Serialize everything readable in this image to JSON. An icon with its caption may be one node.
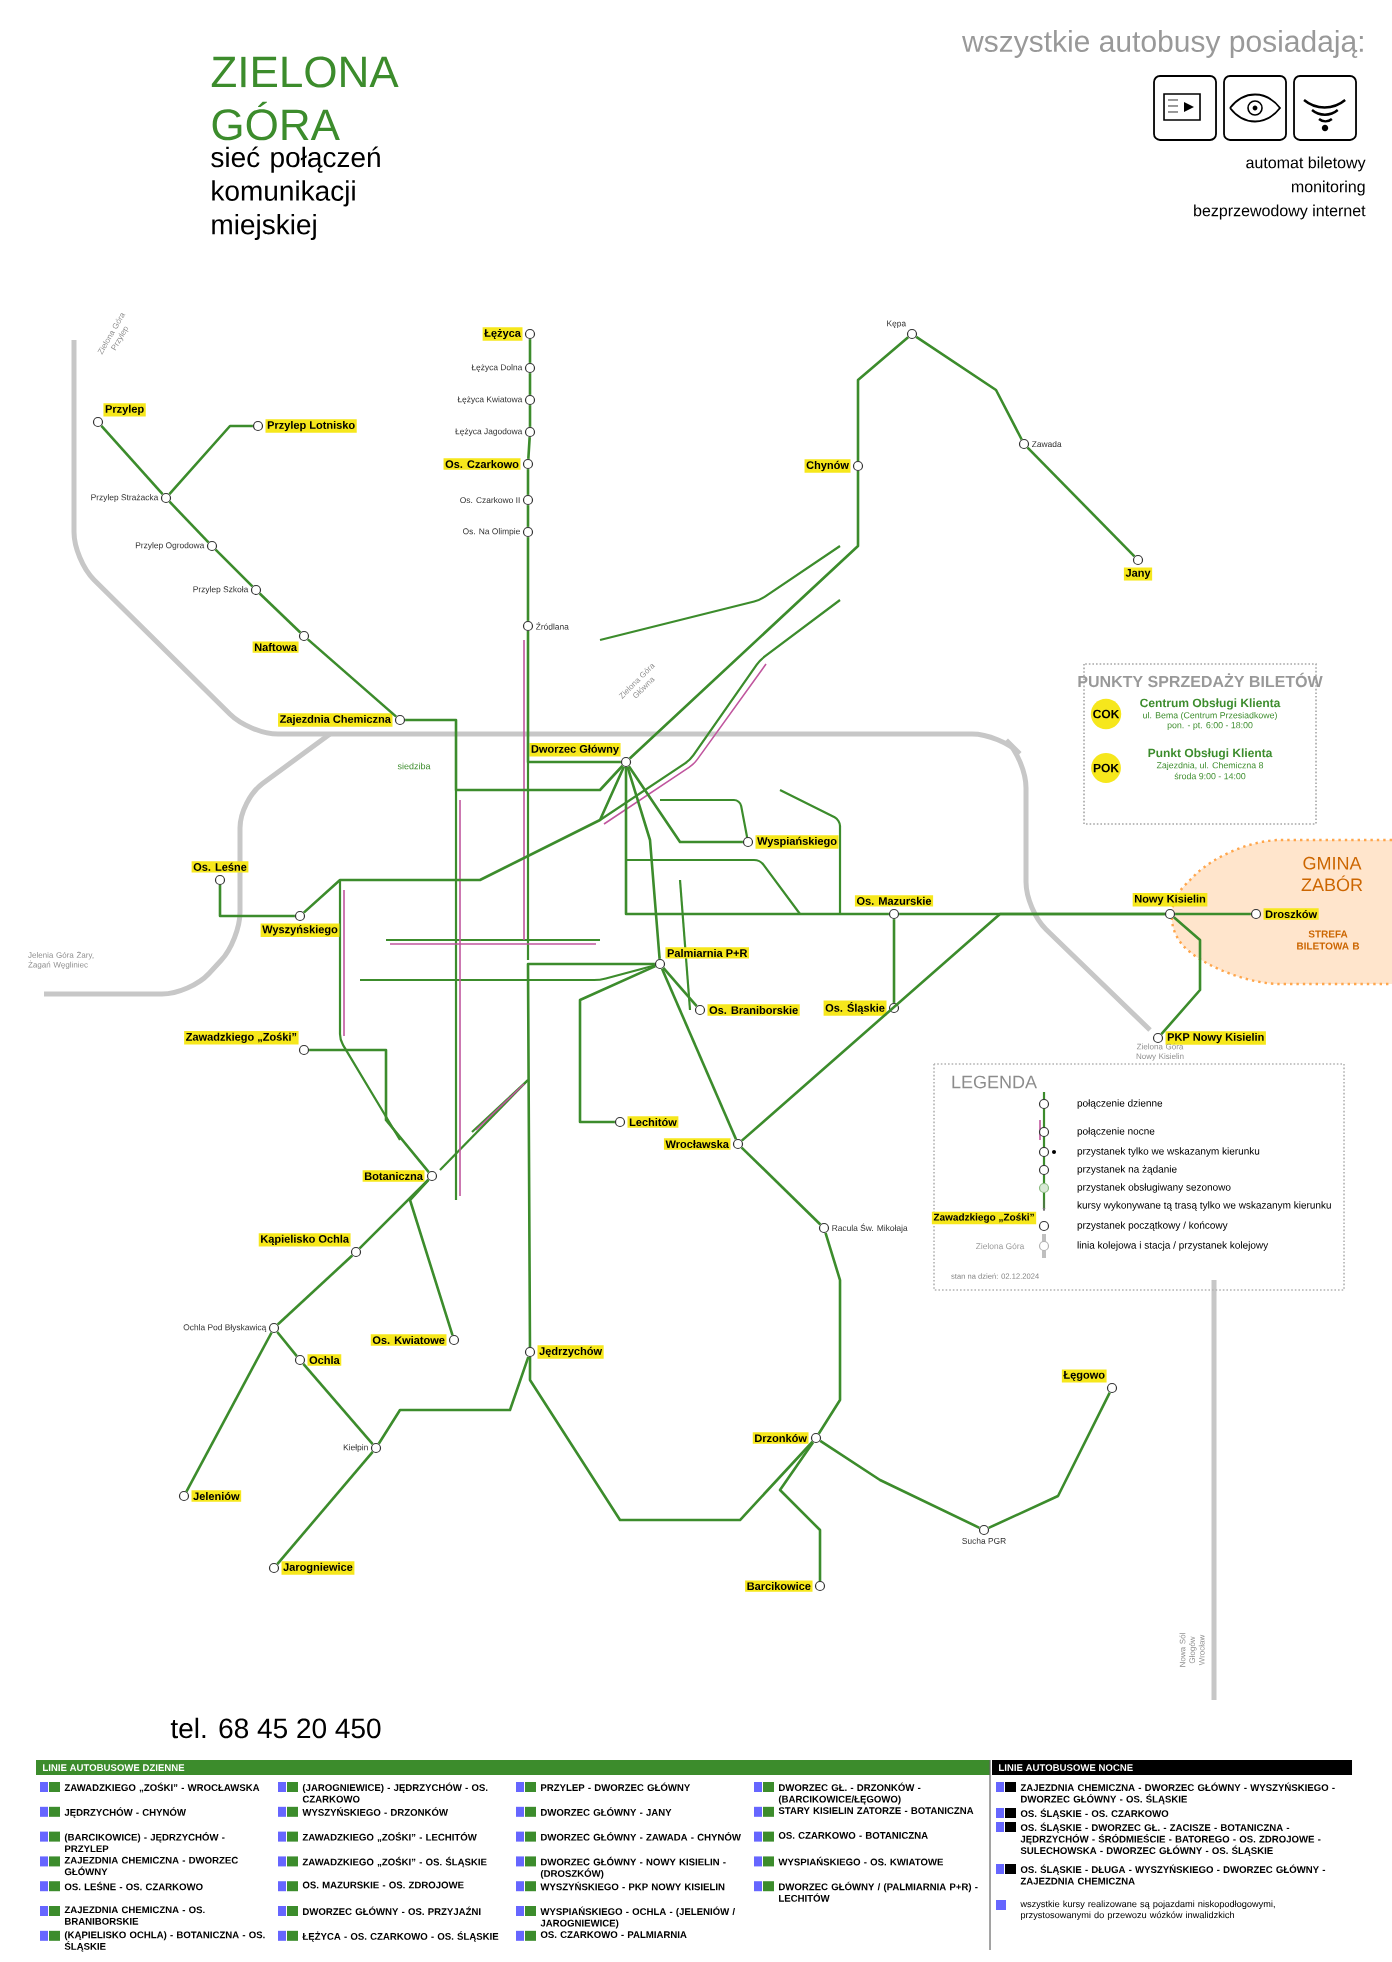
{
  "diagram": {
    "title": "ZIELONA GÓRA",
    "nodes": [
      {
        "text": [
          "Łężyca"
        ]
      },
      {
        "text": [
          "Łężyca Dolna"
        ]
      },
      {
        "text": [
          "Łężyca Kwiatowa"
        ]
      },
      {
        "text": [
          "Łężyca Jagodowa"
        ]
      },
      {
        "text": [
          "Os. Czarkowo"
        ]
      },
      {
        "text": [
          "Os. Czarkowo II"
        ]
      },
      {
        "text": [
          "Os. Na Olimpie"
        ]
      },
      {
        "text": [
          "Źródlana"
        ]
      },
      {
        "text": [
          "Przylep"
        ]
      },
      {
        "text": [
          "Przylep Lotnisko"
        ]
      },
      {
        "text": [
          "Przylep Strażacka"
        ]
      },
      {
        "text": [
          "Przylep Ogrodowa"
        ]
      },
      {
        "text": [
          "Przylep Szkoła"
        ]
      },
      {
        "text": [
          "Naftowa"
        ]
      },
      {
        "text": [
          "Zajezdnia Chemiczna"
        ]
      },
      {
        "text": [
          "Kępa"
        ]
      },
      {
        "text": [
          "Chynów"
        ]
      },
      {
        "text": [
          "Zawada"
        ]
      },
      {
        "text": [
          "Jany"
        ]
      },
      {
        "text": [
          "Dworzec Główny"
        ]
      },
      {
        "text": [
          "Os. Leśne"
        ]
      },
      {
        "text": [
          "Wyszyńskiego"
        ]
      },
      {
        "text": [
          "Wyspiańskiego"
        ]
      },
      {
        "text": [
          "Os. Mazurskie"
        ]
      },
      {
        "text": [
          "Nowy Kisielin"
        ]
      },
      {
        "text": [
          "Droszków"
        ]
      },
      {
        "text": [
          "PKP Nowy Kisielin"
        ]
      },
      {
        "text": [
          "Zawadzkiego „Zośki”"
        ]
      },
      {
        "text": [
          "Palmiarnia P+R"
        ]
      },
      {
        "text": [
          "Os. Braniborskie"
        ]
      },
      {
        "text": [
          "Os. Śląskie"
        ]
      },
      {
        "text": [
          "Lechitów"
        ]
      },
      {
        "text": [
          "Wrocławska"
        ]
      },
      {
        "text": [
          "Botaniczna"
        ]
      },
      {
        "text": [
          "Kąpielisko Ochla"
        ]
      },
      {
        "text": [
          "Ochla"
        ]
      },
      {
        "text": [
          "Ochla Pod Błyskawicą"
        ]
      },
      {
        "text": [
          "Os. Kwiatowe"
        ]
      },
      {
        "text": [
          "Jędrzychów"
        ]
      },
      {
        "text": [
          "Jeleniów"
        ]
      },
      {
        "text": [
          "Kiełpin"
        ]
      },
      {
        "text": [
          "Jarogniewice"
        ]
      },
      {
        "text": [
          "Racula Św. Mikołaja"
        ]
      },
      {
        "text": [
          "Drzonków"
        ]
      },
      {
        "text": [
          "Barcikowice"
        ]
      },
      {
        "text": [
          "Sucha PGR"
        ]
      },
      {
        "text": [
          "Łęgowo"
        ]
      }
    ],
    "edges": [
      {
        "from": 0,
        "to": 1,
        "arrow": "none"
      },
      {
        "from": 1,
        "to": 2,
        "arrow": "none"
      },
      {
        "from": 2,
        "to": 3,
        "arrow": "none"
      },
      {
        "from": 3,
        "to": 4,
        "arrow": "none"
      },
      {
        "from": 4,
        "to": 5,
        "arrow": "none"
      },
      {
        "from": 5,
        "to": 6,
        "arrow": "none"
      },
      {
        "from": 6,
        "to": 7,
        "arrow": "none"
      },
      {
        "from": 7,
        "to": 19,
        "arrow": "none"
      },
      {
        "from": 8,
        "to": 10,
        "arrow": "none"
      },
      {
        "from": 9,
        "to": 10,
        "arrow": "none"
      },
      {
        "from": 10,
        "to": 11,
        "arrow": "none"
      },
      {
        "from": 11,
        "to": 12,
        "arrow": "none"
      },
      {
        "from": 12,
        "to": 13,
        "arrow": "none"
      },
      {
        "from": 13,
        "to": 14,
        "arrow": "none"
      },
      {
        "from": 14,
        "to": 19,
        "arrow": "none"
      },
      {
        "from": 15,
        "to": 16,
        "arrow": "none"
      },
      {
        "from": 15,
        "to": 17,
        "arrow": "none"
      },
      {
        "from": 17,
        "to": 18,
        "arrow": "none"
      },
      {
        "from": 16,
        "to": 19,
        "arrow": "none"
      },
      {
        "from": 20,
        "to": 21,
        "arrow": "none"
      },
      {
        "from": 21,
        "to": 19,
        "arrow": "none"
      },
      {
        "from": 19,
        "to": 22,
        "arrow": "none"
      },
      {
        "from": 19,
        "to": 23,
        "arrow": "none"
      },
      {
        "from": 23,
        "to": 24,
        "arrow": "none"
      },
      {
        "from": 24,
        "to": 25,
        "arrow": "none"
      },
      {
        "from": 24,
        "to": 26,
        "arrow": "none"
      },
      {
        "from": 27,
        "to": 33,
        "arrow": "none"
      },
      {
        "from": 19,
        "to": 28,
        "arrow": "none"
      },
      {
        "from": 28,
        "to": 29,
        "arrow": "none"
      },
      {
        "from": 30,
        "to": 23,
        "arrow": "none"
      },
      {
        "from": 28,
        "to": 31,
        "arrow": "none"
      },
      {
        "from": 28,
        "to": 32,
        "arrow": "none"
      },
      {
        "from": 32,
        "to": 42,
        "arrow": "none"
      },
      {
        "from": 42,
        "to": 43,
        "arrow": "none"
      },
      {
        "from": 43,
        "to": 44,
        "arrow": "none"
      },
      {
        "from": 43,
        "to": 45,
        "arrow": "none"
      },
      {
        "from": 45,
        "to": 46,
        "arrow": "none"
      },
      {
        "from": 24,
        "to": 32,
        "arrow": "none"
      },
      {
        "from": 33,
        "to": 34,
        "arrow": "none"
      },
      {
        "from": 34,
        "to": 36,
        "arrow": "none"
      },
      {
        "from": 36,
        "to": 39,
        "arrow": "none"
      },
      {
        "from": 36,
        "to": 35,
        "arrow": "none"
      },
      {
        "from": 35,
        "to": 40,
        "arrow": "none"
      },
      {
        "from": 40,
        "to": 41,
        "arrow": "none"
      },
      {
        "from": 38,
        "to": 40,
        "arrow": "none"
      },
      {
        "from": 28,
        "to": 38,
        "arrow": "none"
      },
      {
        "from": 38,
        "to": 43,
        "arrow": "none"
      },
      {
        "from": 33,
        "to": 37,
        "arrow": "none"
      }
    ],
    "labels": [
      "sieć połączeń komunikacji miejskiej",
      "wszystkie autobusy posiadają:",
      "automat biletowy",
      "monitoring",
      "bezprzewodowy internet",
      "Zielona Góra Przylep",
      "siedziba",
      "Zielona Góra Główna",
      "Jelenia Góra Żary, Żagań Węgliniec",
      "PUNKTY SPRZEDAŻY BILETÓW",
      "COK",
      "Centrum Obsługi Klienta",
      "ul. Bema (Centrum Przesiadkowe)",
      "pon. - pt. 6:00 - 18:00",
      "POK",
      "Punkt Obsługi Klienta",
      "Zajezdnia, ul. Chemiczna 8",
      "środa 9:00 - 14:00",
      "GMINA ZABÓR",
      "STREFA BILETOWA B",
      "Zielona Góra Nowy Kisielin",
      "LEGENDA",
      "Zawadzkiego „Zośki”",
      "Zielona Góra",
      "stan na dzień: 02.12.2024",
      "Nowa Sól Głogów Wrocław",
      "tel. 68 45 20 450",
      "LINIE AUTOBUSOWE DZIENNE",
      "ZAWADZKIEGO „ZOŚKI” - WROCŁAWSKA",
      "JĘDRZYCHÓW - CHYNÓW",
      "(BARCIKOWICE) - JĘDRZYCHÓW - PRZYLEP",
      "ZAJEZDNIA CHEMICZNA - DWORZEC GŁÓWNY",
      "OS. LEŚNE - OS. CZARKOWO",
      "ZAJEZDNIA CHEMICZNA - OS. BRANIBORSKIE",
      "(KĄPIELISKO OCHLA) - BOTANICZNA - OS. ŚLĄSKIE",
      "(JAROGNIEWICE) - JĘDRZYCHÓW - OS. CZARKOWO",
      "WYSZYŃSKIEGO - DRZONKÓW",
      "ZAWADZKIEGO „ZOŚKI” - LECHITÓW",
      "ZAWADZKIEGO „ZOŚKI” - OS. ŚLĄSKIE",
      "OS. MAZURSKIE - OS. ZDROJOWE",
      "DWORZEC GŁÓWNY - OS. PRZYJAŹNI",
      "ŁĘŻYCA - OS. CZARKOWO - OS. ŚLĄSKIE",
      "PRZYLEP - DWORZEC GŁÓWNY",
      "DWORZEC GŁÓWNY - JANY",
      "DWORZEC GŁÓWNY - ZAWADA - CHYNÓW",
      "DWORZEC GŁÓWNY - NOWY KISIELIN - (DROSZKÓW)",
      "WYSZYŃSKIEGO - PKP NOWY KISIELIN",
      "WYSPIAŃSKIEGO - OCHLA - (JELENIÓW / JAROGNIEWICE)",
      "OS. CZARKOWO - PALMIARNIA",
      "DWORZEC GŁ. - DRZONKÓW - (BARCIKOWICE/ŁĘGOWO)",
      "STARY KISIELIN ZATORZE - BOTANICZNA",
      "OS. CZARKOWO - BOTANICZNA",
      "WYSPIAŃSKIEGO - OS. KWIATOWE",
      "DWORZEC GŁÓWNY / (PALMIARNIA P+R) - LECHITÓW",
      "LINIE AUTOBUSOWE NOCNE",
      "ZAJEZDNIA CHEMICZNA - DWORZEC GŁÓWNY - WYSZYŃSKIEGO - DWORZEC GŁÓWNY - OS. ŚLĄSKIE",
      "OS. ŚLĄSKIE - OS. CZARKOWO",
      "OS. ŚLĄSKIE - DWORZEC GŁ. - ZACISZE - BOTANICZNA - JĘDRZYCHÓW - ŚRÓDMIEŚCIE - BATOREGO - OS. ZDROJOWE - SULECHOWSKA - DWORZEC GŁÓWNY - OS. ŚLĄSKIE",
      "OS. ŚLĄSKIE - DŁUGA - WYSZYŃSKIEGO - DWORZEC GŁÓWNY - ZAJEZDNIA CHEMICZNA",
      "wszystkie kursy realizowane są pojazdami niskopodłogowymi, przystosowanymi do przewozu wózków inwalidzkich"
    ],
    "legend": [
      {
        "text": "połączenie dzienne"
      },
      {
        "text": "połączenie nocne"
      },
      {
        "text": "przystanek tylko we wskazanym kierunku"
      },
      {
        "text": "przystanek na żądanie"
      },
      {
        "text": "przystanek obsługiwany sezonowo"
      },
      {
        "text": "kursy wykonywane tą trasą tylko we wskazanym kierunku"
      },
      {
        "text": "przystanek początkowy / końcowy"
      },
      {
        "text": "linia kolejowa i stacja / przystanek kolejowy"
      }
    ]
  }
}
